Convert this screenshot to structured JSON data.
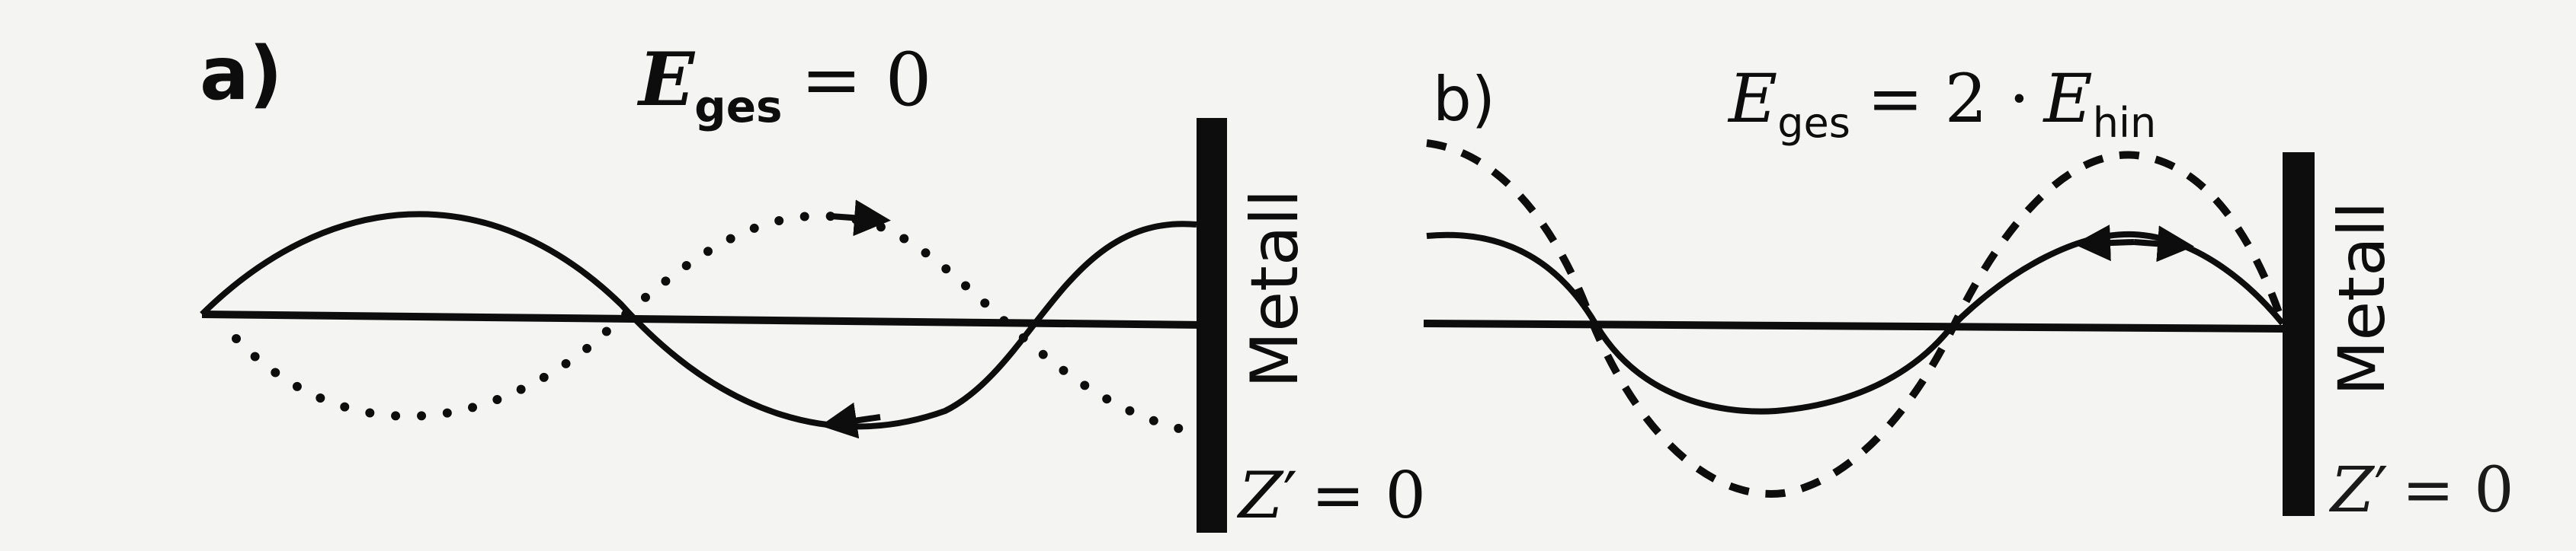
{
  "colors": {
    "ink": "#0d0d0d",
    "background": "#f4f4f2"
  },
  "panel_a": {
    "label": "a)",
    "energy_symbol": "E",
    "energy_subscript": "ges",
    "energy_equals": "= 0",
    "wall_label": "Metall",
    "impedance_symbol": "Z",
    "impedance_prime": "′",
    "impedance_equals": "= 0",
    "curves": [
      {
        "name": "incident-wave",
        "style": "solid",
        "arrow": "left"
      },
      {
        "name": "reflected-wave",
        "style": "dotted",
        "arrow": "right"
      }
    ]
  },
  "panel_b": {
    "label": "b)",
    "energy_symbol": "E",
    "energy_subscript": "ges",
    "energy_equals": "= 2 ·",
    "energy_rhs_symbol": "E",
    "energy_rhs_subscript": "hin",
    "wall_label": "Metall",
    "impedance_symbol": "Z",
    "impedance_prime": "′",
    "impedance_equals": "= 0",
    "curves": [
      {
        "name": "incident-wave",
        "style": "solid",
        "arrow": "both"
      },
      {
        "name": "total-wave",
        "style": "dashed",
        "arrow": "none"
      }
    ]
  }
}
